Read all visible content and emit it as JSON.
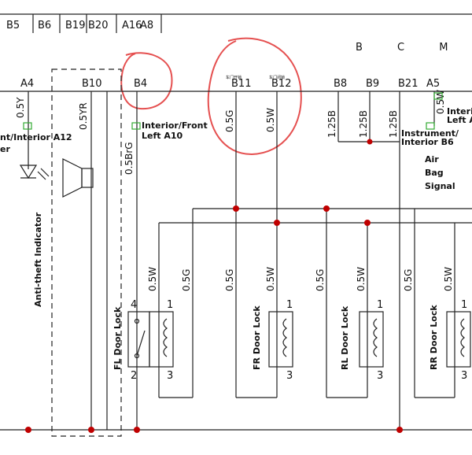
{
  "top_pins": [
    "B5",
    "B6",
    "B19",
    "B20",
    "A16",
    "A8"
  ],
  "module_title": "B C M",
  "pins": [
    "A4",
    "B10",
    "B4",
    "B11",
    "B12",
    "B8",
    "B9",
    "B21",
    "A5"
  ],
  "cn_notes": [
    "车门开锁",
    "车门闭锁"
  ],
  "wire_labels": {
    "a4": "0.5Y",
    "b10": "0.5YR",
    "b4": "0.5BrG",
    "b11": "0.5G",
    "b12": "0.5W",
    "b8": "1.25B",
    "b9": "1.25B",
    "b21": "1.25B",
    "a5": "0.5W"
  },
  "connectors": {
    "left_a12_line1": "nt/Interior A12",
    "left_a12_line2": "er",
    "a10_line1": "Interior/Front",
    "a10_line2": "Left A10",
    "b6_line1": "Instrument/",
    "b6_line2": "Interior B6",
    "right_line1": "Interio",
    "right_line2": "Left Ac"
  },
  "airbag_signal": [
    "Air",
    "Bag",
    "Signal"
  ],
  "anti_theft_label": "Anti-theft Indicator",
  "door_locks": [
    {
      "name": "FL Door Lock",
      "w": "0.5W",
      "g": "0.5G",
      "pin_top_left": "4",
      "pin_top_right": "1",
      "pin_bottom_left": "2",
      "pin_bottom_right": "3"
    },
    {
      "name": "FR Door Lock",
      "w": "0.5W",
      "g": "0.5G",
      "pin_top_right": "1",
      "pin_bottom_right": "3"
    },
    {
      "name": "RL Door Lock",
      "w": "0.5W",
      "g": "0.5G",
      "pin_top_right": "1",
      "pin_bottom_right": "3"
    },
    {
      "name": "RR Door Lock",
      "w": "0.5W",
      "g": "0.5G",
      "pin_top_right": "1",
      "pin_bottom_right": "3"
    }
  ],
  "colors": {
    "line": "#222222",
    "junction": "#c00000",
    "highlight": "#e55050",
    "connector": "#33aa33"
  }
}
